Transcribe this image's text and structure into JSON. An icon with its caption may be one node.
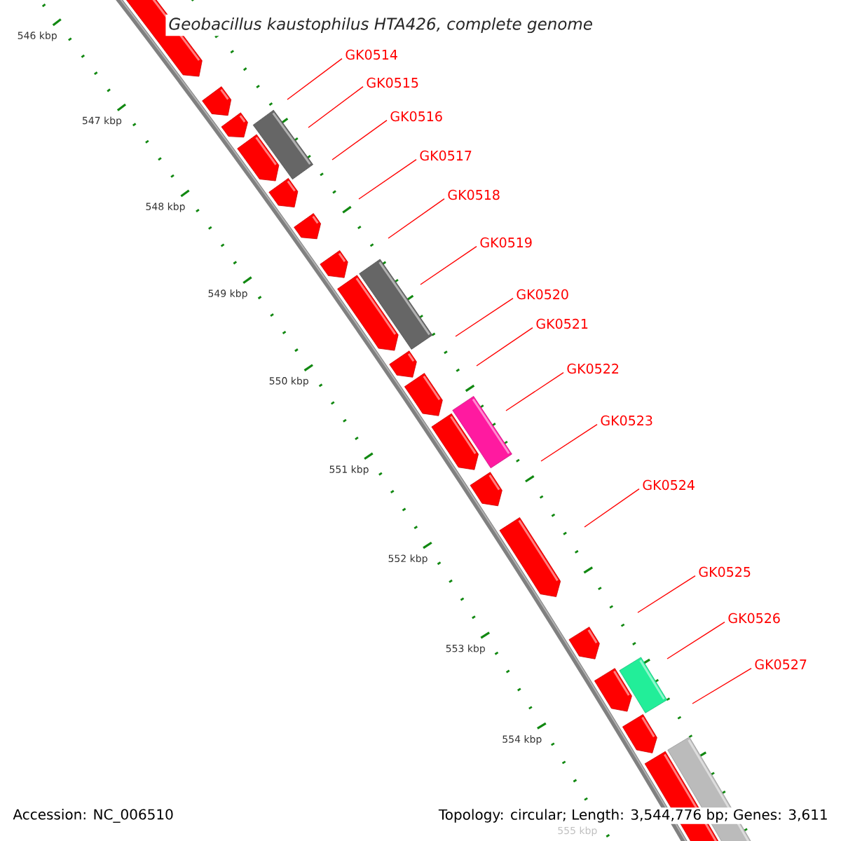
{
  "diagram": {
    "title": "Geobacillus kaustophilus HTA426, complete genome",
    "nodes": [
      {
        "text": [
          "GK0514"
        ]
      },
      {
        "text": [
          "GK0515"
        ]
      },
      {
        "text": [
          "GK0516"
        ]
      },
      {
        "text": [
          "GK0517"
        ]
      },
      {
        "text": [
          "GK0518"
        ]
      },
      {
        "text": [
          "GK0519"
        ]
      },
      {
        "text": [
          "GK0520"
        ]
      },
      {
        "text": [
          "GK0521"
        ]
      },
      {
        "text": [
          "GK0522"
        ]
      },
      {
        "text": [
          "GK0523"
        ]
      },
      {
        "text": [
          "GK0524"
        ]
      },
      {
        "text": [
          "GK0525"
        ]
      },
      {
        "text": [
          "GK0526"
        ]
      },
      {
        "text": [
          "GK0527"
        ]
      }
    ],
    "edges": [
      {
        "from": 0,
        "to": null,
        "arrow": "none"
      },
      {
        "from": 1,
        "to": null,
        "arrow": "none"
      },
      {
        "from": 2,
        "to": null,
        "arrow": "none"
      },
      {
        "from": 3,
        "to": null,
        "arrow": "none"
      },
      {
        "from": 4,
        "to": null,
        "arrow": "none"
      },
      {
        "from": 5,
        "to": null,
        "arrow": "none"
      },
      {
        "from": 6,
        "to": null,
        "arrow": "none"
      },
      {
        "from": 7,
        "to": null,
        "arrow": "none"
      },
      {
        "from": 8,
        "to": null,
        "arrow": "none"
      },
      {
        "from": 9,
        "to": null,
        "arrow": "none"
      },
      {
        "from": 10,
        "to": null,
        "arrow": "none"
      },
      {
        "from": 11,
        "to": null,
        "arrow": "none"
      },
      {
        "from": 12,
        "to": null,
        "arrow": "none"
      },
      {
        "from": 13,
        "to": null,
        "arrow": "none"
      }
    ],
    "labels": [
      "546 kbp",
      "547 kbp",
      "548 kbp",
      "549 kbp",
      "550 kbp",
      "551 kbp",
      "552 kbp",
      "553 kbp",
      "554 kbp",
      "555 kbp",
      "Accession: NC_006510",
      "Topology: circular; Length: 3,544,776 bp; Genes: 3,611"
    ]
  }
}
